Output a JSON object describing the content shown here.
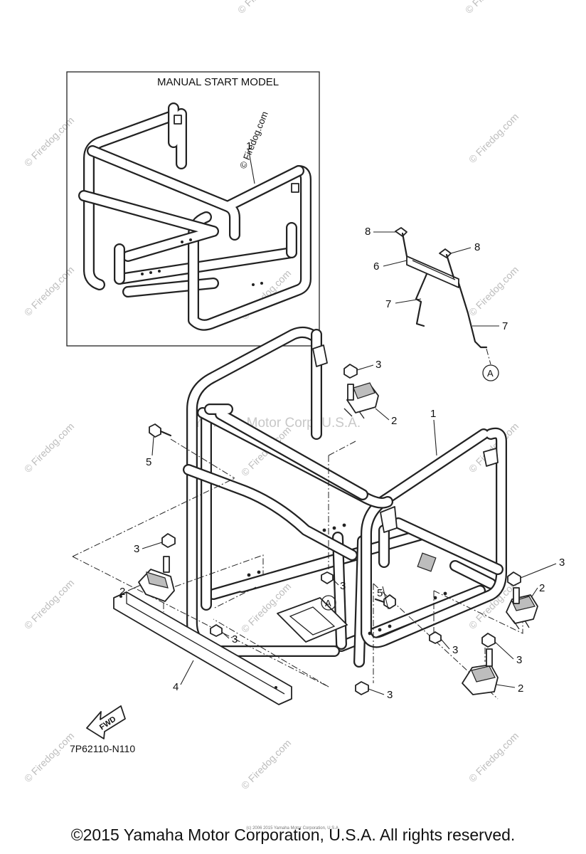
{
  "inset": {
    "title": "MANUAL START MODEL",
    "callout": "1"
  },
  "callouts": {
    "frame": "1",
    "mount": "2",
    "nut": "3",
    "bracket": "4",
    "bolt": "5",
    "handle": "6",
    "rod": "7",
    "wing_bolt": "8"
  },
  "reference_letter": "A",
  "fwd_label": "FWD",
  "diagram_code": "7P62110-N110",
  "watermark": {
    "firedog": "© Firedog.com",
    "center": "Yamaha Motor Corp, U.S.A."
  },
  "copyright": "©2015 Yamaha Motor Corporation, U.S.A. All rights reserved.",
  "tiny_credit": "(c) 2006 2015 Yamaha Motor Corporation, U.S.A."
}
